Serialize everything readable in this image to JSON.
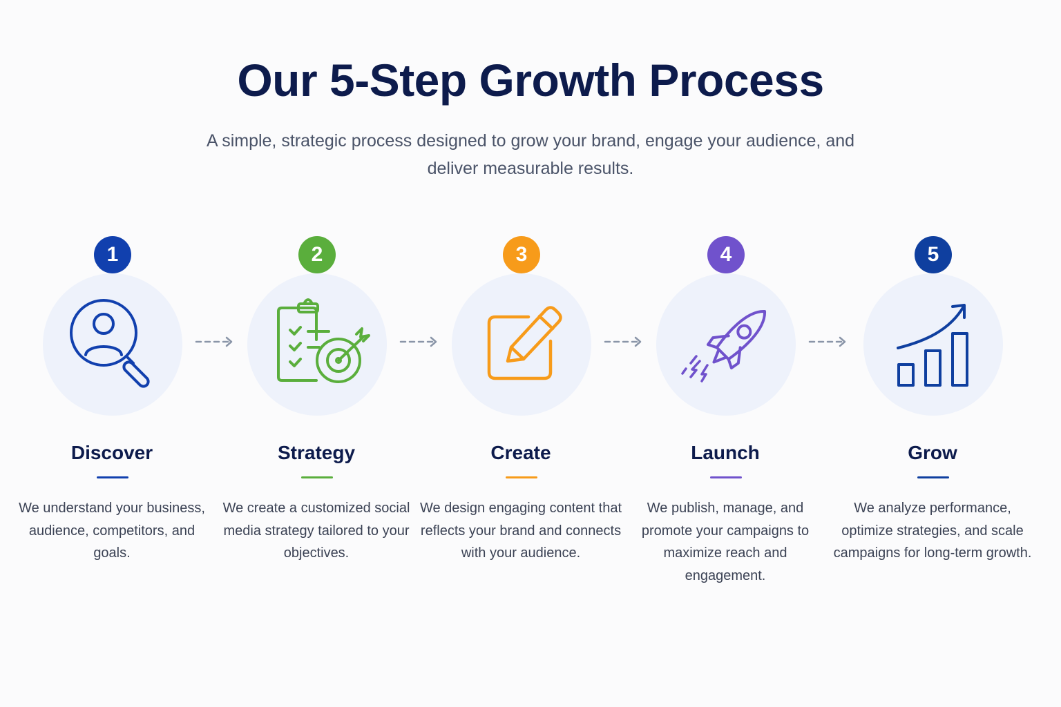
{
  "header": {
    "title": "Our 5-Step Growth Process",
    "subtitle": "A simple, strategic process designed to grow your brand, engage your audience, and deliver measurable results."
  },
  "steps": [
    {
      "number": "1",
      "title": "Discover",
      "description": "We understand your business, audience, competitors, and goals.",
      "icon": "user-search-icon",
      "color": "#1140ae"
    },
    {
      "number": "2",
      "title": "Strategy",
      "description": "We create a customized social media strategy tailored to your objectives.",
      "icon": "clipboard-target-icon",
      "color": "#5aae3c"
    },
    {
      "number": "3",
      "title": "Create",
      "description": "We design engaging content that reflects your brand and connects with your audience.",
      "icon": "edit-pencil-icon",
      "color": "#f79b1a"
    },
    {
      "number": "4",
      "title": "Launch",
      "description": "We publish, manage, and promote your campaigns to maximize reach and engagement.",
      "icon": "rocket-icon",
      "color": "#7052cc"
    },
    {
      "number": "5",
      "title": "Grow",
      "description": "We analyze performance, optimize strategies, and scale campaigns for long-term growth.",
      "icon": "growth-chart-icon",
      "color": "#0f3f9f"
    }
  ],
  "colors": {
    "title": "#0d1b4c",
    "text": "#3b4254",
    "circle_bg": "#eef2fb",
    "arrow": "#8a95a8"
  }
}
